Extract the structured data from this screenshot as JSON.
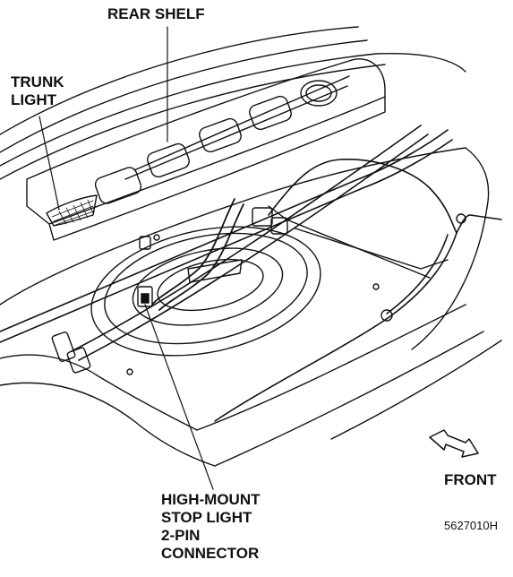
{
  "labels": {
    "rear_shelf": "REAR SHELF",
    "trunk_light": [
      "TRUNK",
      "LIGHT"
    ],
    "front": "FRONT",
    "connector": [
      "HIGH-MOUNT",
      "STOP LIGHT",
      "2-PIN",
      "CONNECTOR"
    ]
  },
  "figure_id": "5627010H",
  "colors": {
    "ink": "#111111",
    "paper": "#ffffff"
  }
}
